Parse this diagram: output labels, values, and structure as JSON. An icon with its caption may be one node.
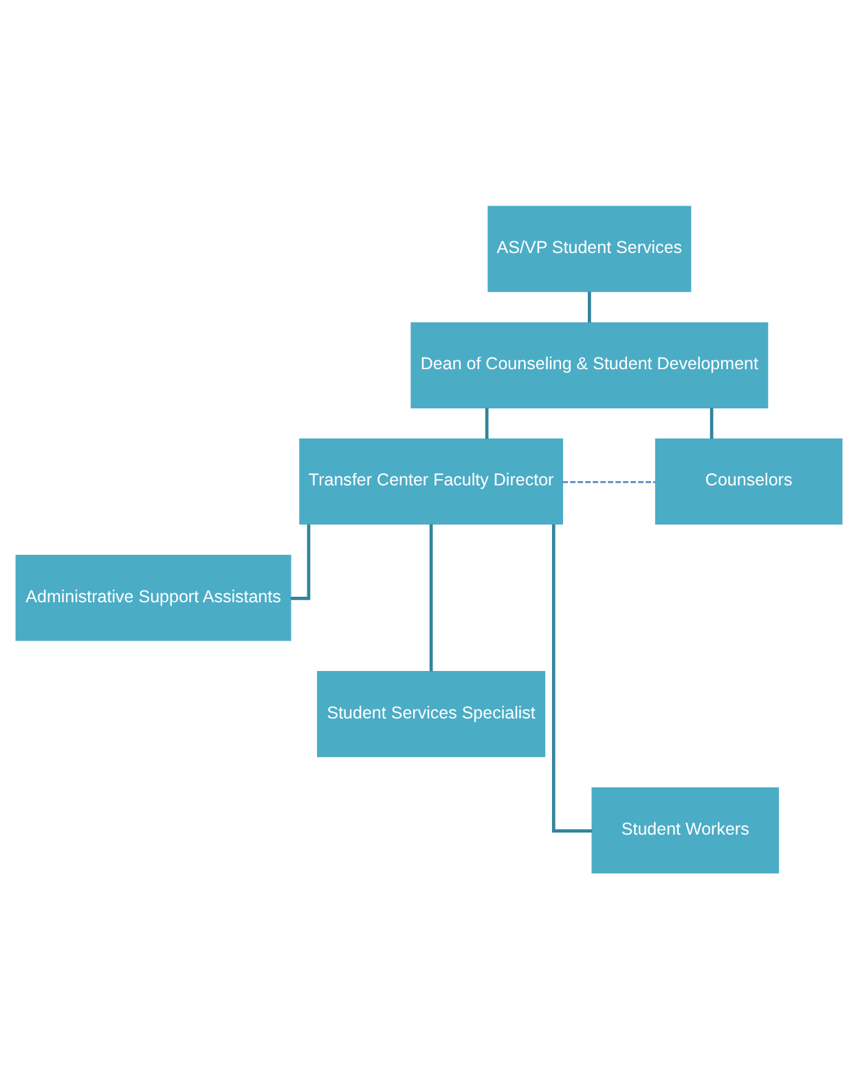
{
  "diagram": {
    "nodes": [
      {
        "text": [
          "AS/VP Student Services"
        ]
      },
      {
        "text": [
          "Dean of Counseling & Student Development"
        ]
      },
      {
        "text": [
          "Transfer Center Faculty Director"
        ]
      },
      {
        "text": [
          "Counselors"
        ]
      },
      {
        "text": [
          "Administrative Support Assistants"
        ]
      },
      {
        "text": [
          "Student Services Specialist"
        ]
      },
      {
        "text": [
          "Student Workers"
        ]
      }
    ],
    "edges": [
      {
        "from": 0,
        "to": 1,
        "arrow": "none"
      },
      {
        "from": 1,
        "to": 2,
        "arrow": "none"
      },
      {
        "from": 1,
        "to": 3,
        "arrow": "none"
      },
      {
        "from": 2,
        "to": 3,
        "arrow": "none",
        "style": "dashed",
        "color": "#4f81bd"
      },
      {
        "from": 2,
        "to": 4,
        "arrow": "none"
      },
      {
        "from": 2,
        "to": 5,
        "arrow": "none"
      },
      {
        "from": 2,
        "to": 6,
        "arrow": "none"
      }
    ]
  }
}
